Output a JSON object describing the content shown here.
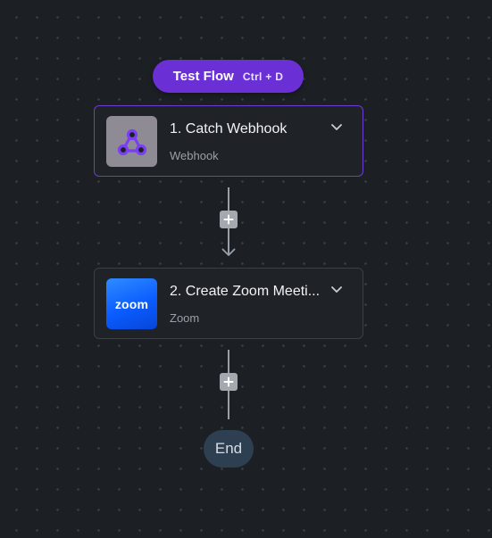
{
  "toolbar": {
    "test_flow_label": "Test Flow",
    "test_flow_shortcut": "Ctrl + D"
  },
  "steps": [
    {
      "title": "1. Catch Webhook",
      "subtitle": "Webhook",
      "icon": "webhook-icon",
      "selected": true
    },
    {
      "title": "2. Create Zoom Meeti...",
      "subtitle": "Zoom",
      "icon": "zoom-icon",
      "icon_text": "zoom",
      "selected": false
    }
  ],
  "end_node": {
    "label": "End"
  },
  "colors": {
    "accent": "#6b2fd6",
    "selected_border": "#6a3fd0",
    "canvas": "#1c1f24",
    "end_node": "#2f3f52",
    "zoom_blue": "#0b5cff"
  }
}
